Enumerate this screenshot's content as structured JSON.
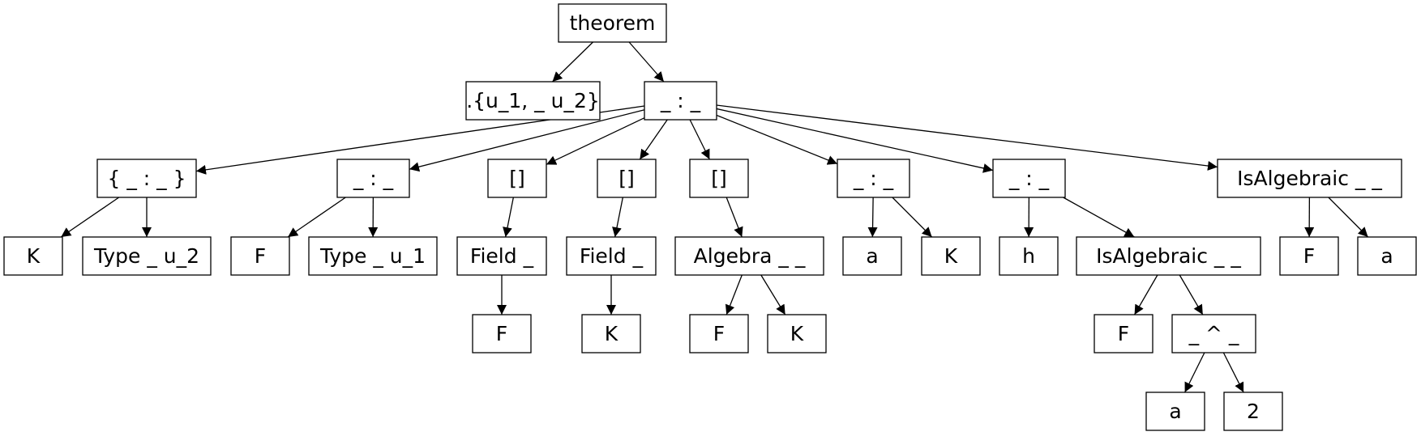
{
  "diagram": {
    "nodes": [
      {
        "id": "n0",
        "label": "theorem"
      },
      {
        "id": "n1",
        "label": ".{u_1, _ u_2}"
      },
      {
        "id": "n2",
        "label": "_ : _"
      },
      {
        "id": "n3",
        "label": "{ _ : _ }"
      },
      {
        "id": "n4",
        "label": "K"
      },
      {
        "id": "n5",
        "label": "Type _ u_2"
      },
      {
        "id": "n6",
        "label": "_ : _"
      },
      {
        "id": "n7",
        "label": "F"
      },
      {
        "id": "n8",
        "label": "Type _ u_1"
      },
      {
        "id": "n9",
        "label": "[]"
      },
      {
        "id": "n10",
        "label": "Field _"
      },
      {
        "id": "n11",
        "label": "F"
      },
      {
        "id": "n12",
        "label": "[]"
      },
      {
        "id": "n13",
        "label": "Field _"
      },
      {
        "id": "n14",
        "label": "K"
      },
      {
        "id": "n15",
        "label": "[]"
      },
      {
        "id": "n16",
        "label": "Algebra _ _"
      },
      {
        "id": "n17",
        "label": "F"
      },
      {
        "id": "n18",
        "label": "K"
      },
      {
        "id": "n19",
        "label": "_ : _"
      },
      {
        "id": "n20",
        "label": "a"
      },
      {
        "id": "n21",
        "label": "K"
      },
      {
        "id": "n22",
        "label": "_ : _"
      },
      {
        "id": "n23",
        "label": "h"
      },
      {
        "id": "n24",
        "label": "IsAlgebraic _ _"
      },
      {
        "id": "n25",
        "label": "F"
      },
      {
        "id": "n26",
        "label": "_ ^ _"
      },
      {
        "id": "n27",
        "label": "a"
      },
      {
        "id": "n28",
        "label": "2"
      },
      {
        "id": "n29",
        "label": "IsAlgebraic _ _"
      },
      {
        "id": "n30",
        "label": "F"
      },
      {
        "id": "n31",
        "label": "a"
      }
    ],
    "edges": [
      [
        "n0",
        "n1"
      ],
      [
        "n0",
        "n2"
      ],
      [
        "n2",
        "n3"
      ],
      [
        "n2",
        "n6"
      ],
      [
        "n2",
        "n9"
      ],
      [
        "n2",
        "n12"
      ],
      [
        "n2",
        "n15"
      ],
      [
        "n2",
        "n19"
      ],
      [
        "n2",
        "n22"
      ],
      [
        "n2",
        "n29"
      ],
      [
        "n3",
        "n4"
      ],
      [
        "n3",
        "n5"
      ],
      [
        "n6",
        "n7"
      ],
      [
        "n6",
        "n8"
      ],
      [
        "n9",
        "n10"
      ],
      [
        "n10",
        "n11"
      ],
      [
        "n12",
        "n13"
      ],
      [
        "n13",
        "n14"
      ],
      [
        "n15",
        "n16"
      ],
      [
        "n16",
        "n17"
      ],
      [
        "n16",
        "n18"
      ],
      [
        "n19",
        "n20"
      ],
      [
        "n19",
        "n21"
      ],
      [
        "n22",
        "n23"
      ],
      [
        "n22",
        "n24"
      ],
      [
        "n24",
        "n25"
      ],
      [
        "n24",
        "n26"
      ],
      [
        "n26",
        "n27"
      ],
      [
        "n26",
        "n28"
      ],
      [
        "n29",
        "n30"
      ],
      [
        "n29",
        "n31"
      ]
    ]
  }
}
